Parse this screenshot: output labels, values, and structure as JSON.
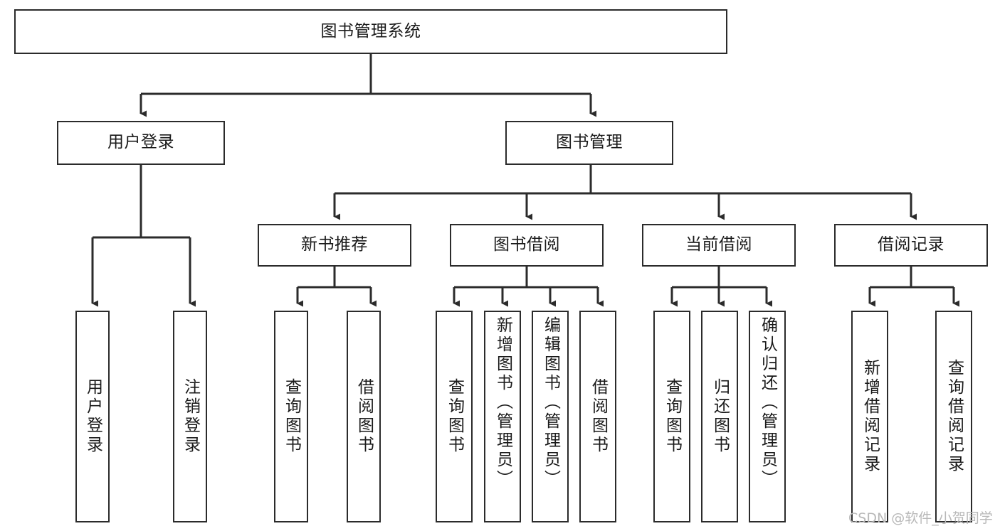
{
  "diagram": {
    "type": "tree-hierarchy-chart",
    "title": "图书管理系统",
    "orientation": "top-down",
    "colors": {
      "box_border": "#2b2b2b",
      "box_fill": "#ffffff",
      "edge": "#2b2b2b",
      "text": "#1a1a1a",
      "watermark": "#b8b8b8",
      "background": "#ffffff"
    }
  },
  "nodes": {
    "root": {
      "label": "图书管理系统"
    },
    "level2": [
      {
        "id": "user-login",
        "label": "用户登录"
      },
      {
        "id": "book-management",
        "label": "图书管理"
      }
    ],
    "level3": [
      {
        "id": "new-book-recommend",
        "label": "新书推荐"
      },
      {
        "id": "book-borrow",
        "label": "图书借阅"
      },
      {
        "id": "current-borrow",
        "label": "当前借阅"
      },
      {
        "id": "borrow-record",
        "label": "借阅记录"
      }
    ],
    "leaves": {
      "user_login": [
        {
          "id": "leaf-user-login",
          "label": "用户登录"
        },
        {
          "id": "leaf-logout-login",
          "label": "注销登录"
        }
      ],
      "new_book_recommend": [
        {
          "id": "leaf-query-book-1",
          "label": "查询图书"
        },
        {
          "id": "leaf-borrow-book-1",
          "label": "借阅图书"
        }
      ],
      "book_borrow": [
        {
          "id": "leaf-query-book-2",
          "label": "查询图书"
        },
        {
          "id": "leaf-add-book",
          "label": "新增图书（管理员）"
        },
        {
          "id": "leaf-edit-book",
          "label": "编辑图书（管理员）"
        },
        {
          "id": "leaf-borrow-book-2",
          "label": "借阅图书"
        }
      ],
      "current_borrow": [
        {
          "id": "leaf-query-book-3",
          "label": "查询图书"
        },
        {
          "id": "leaf-return-book",
          "label": "归还图书"
        },
        {
          "id": "leaf-confirm-return",
          "label": "确认归还（管理员）"
        }
      ],
      "borrow_record": [
        {
          "id": "leaf-add-record",
          "label": "新增借阅记录"
        },
        {
          "id": "leaf-query-record",
          "label": "查询借阅记录"
        }
      ]
    }
  },
  "edges": [
    {
      "from": "图书管理系统",
      "to": "用户登录"
    },
    {
      "from": "图书管理系统",
      "to": "图书管理"
    },
    {
      "from": "用户登录",
      "to": "用户登录"
    },
    {
      "from": "用户登录",
      "to": "注销登录"
    },
    {
      "from": "图书管理",
      "to": "新书推荐"
    },
    {
      "from": "图书管理",
      "to": "图书借阅"
    },
    {
      "from": "图书管理",
      "to": "当前借阅"
    },
    {
      "from": "图书管理",
      "to": "借阅记录"
    },
    {
      "from": "新书推荐",
      "to": "查询图书"
    },
    {
      "from": "新书推荐",
      "to": "借阅图书"
    },
    {
      "from": "图书借阅",
      "to": "查询图书"
    },
    {
      "from": "图书借阅",
      "to": "新增图书（管理员）"
    },
    {
      "from": "图书借阅",
      "to": "编辑图书（管理员）"
    },
    {
      "from": "图书借阅",
      "to": "借阅图书"
    },
    {
      "from": "当前借阅",
      "to": "查询图书"
    },
    {
      "from": "当前借阅",
      "to": "归还图书"
    },
    {
      "from": "当前借阅",
      "to": "确认归还（管理员）"
    },
    {
      "from": "借阅记录",
      "to": "新增借阅记录"
    },
    {
      "from": "借阅记录",
      "to": "查询借阅记录"
    }
  ],
  "watermark": {
    "text": "CSDN @软件_小贺同学"
  }
}
